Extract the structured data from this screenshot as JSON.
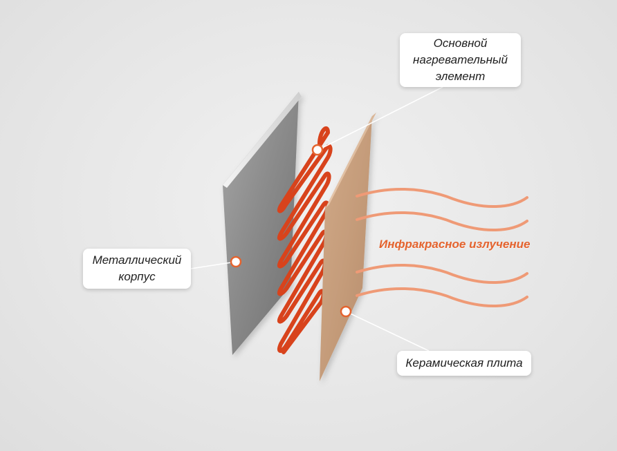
{
  "diagram": {
    "callouts": {
      "main_heater": {
        "lines": [
          "Основной",
          "нагревательный",
          "элемент"
        ]
      },
      "metal_case": {
        "lines": [
          "Металлический",
          "корпус"
        ]
      },
      "ceramic_plate": {
        "text": "Керамическая плита"
      }
    },
    "radiation_label": "Инфракрасное излучение"
  },
  "colors": {
    "heating_element": "#d8431c",
    "radiation": "#ef9a76",
    "radiation_text": "#e4632e",
    "ceramic": "#c9a283",
    "metal": "#8f8f8f",
    "marker_ring": "#e4632e",
    "callout_bg": "#ffffff"
  }
}
